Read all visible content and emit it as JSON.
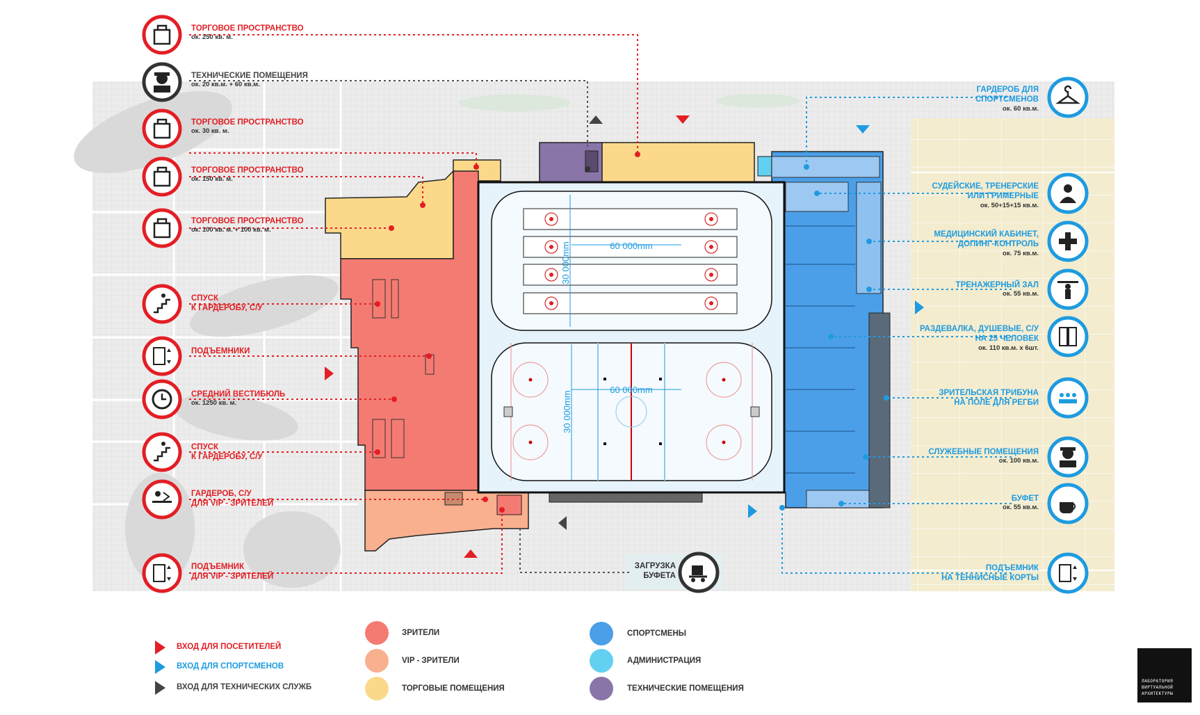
{
  "left_labels": [
    {
      "title": "ТОРГОВОЕ ПРОСТРАНСТВО",
      "sub": "ок. 250 кв. м.",
      "icon": "shopping-bag-icon",
      "color": "#e31e24"
    },
    {
      "title": "ТЕХНИЧЕСКИЕ ПОМЕЩЕНИЯ",
      "sub": "ок. 20 кв.м. + 60 кв.м.",
      "icon": "worker-icon",
      "color": "#444444"
    },
    {
      "title": "ТОРГОВОЕ ПРОСТРАНСТВО",
      "sub": "ок. 30 кв. м.",
      "icon": "shopping-bag-icon",
      "color": "#e31e24"
    },
    {
      "title": "ТОРГОВОЕ ПРОСТРАНСТВО",
      "sub": "ок. 150 кв. м.",
      "icon": "shopping-bag-icon",
      "color": "#e31e24"
    },
    {
      "title": "ТОРГОВОЕ ПРОСТРАНСТВО",
      "sub": "ок. 100 кв. м. + 100 кв. м.",
      "icon": "shopping-bag-icon",
      "color": "#e31e24"
    },
    {
      "title": "СПУСК",
      "title2": "К ГАРДЕРОБУ, С/У",
      "sub": "",
      "icon": "stairs-down-icon",
      "color": "#e31e24"
    },
    {
      "title": "ПОДЪЕМНИКИ",
      "sub": "",
      "icon": "elevator-icon",
      "color": "#e31e24"
    },
    {
      "title": "СРЕДНИЙ ВЕСТИБЮЛЬ",
      "sub": "ок. 1250 кв. м.",
      "icon": "clock-icon",
      "color": "#e31e24"
    },
    {
      "title": "СПУСК",
      "title2": "К ГАРДЕРОБУ, С/У",
      "sub": "",
      "icon": "stairs-down-icon",
      "color": "#e31e24"
    },
    {
      "title": "ГАРДЕРОБ, С/У",
      "title2": "ДЛЯ VIP - ЗРИТЕЛЕЙ",
      "sub": "",
      "icon": "cloakroom-icon",
      "color": "#e31e24"
    },
    {
      "title": "ПОДЪЕМНИК",
      "title2": "ДЛЯ VIP - ЗРИТЕЛЕЙ",
      "sub": "",
      "icon": "elevator-icon",
      "color": "#e31e24"
    }
  ],
  "right_labels": [
    {
      "title": "ГАРДЕРОБ ДЛЯ",
      "title2": "СПОРТСМЕНОВ",
      "sub": "ок. 60 кв.м.",
      "icon": "hanger-icon"
    },
    {
      "title": "СУДЕЙСКИЕ, ТРЕНЕРСКИЕ",
      "title2": "ИЛИ ГРИМЕРНЫЕ",
      "sub": "ок. 50+15+15 кв.м.",
      "icon": "referee-icon"
    },
    {
      "title": "МЕДИЦИНСКИЙ КАБИНЕТ,",
      "title2": "ДОПИНГ-КОНТРОЛЬ",
      "sub": "ок. 75 кв.м.",
      "icon": "medical-cross-icon"
    },
    {
      "title": "ТРЕНАЖЕРНЫЙ ЗАЛ",
      "sub": "ок. 55 кв.м.",
      "icon": "weightlifter-icon"
    },
    {
      "title": "РАЗДЕВАЛКА, ДУШЕВЫЕ, С/У",
      "title2": "НА 25 ЧЕЛОВЕК",
      "sub": "ок. 110 кв.м. x 6шт.",
      "icon": "locker-icon"
    },
    {
      "title": "ЗРИТЕЛЬСКАЯ ТРИБУНА",
      "title2": "НА ПОЛЕ ДЛЯ РЕГБИ",
      "sub": "",
      "icon": "spectators-icon"
    },
    {
      "title": "СЛУЖЕБНЫЕ ПОМЕЩЕНИЯ",
      "sub": "ок. 100 кв.м.",
      "icon": "worker-icon"
    },
    {
      "title": "БУФЕТ",
      "sub": "ок. 55 кв.м.",
      "icon": "coffee-cup-icon"
    },
    {
      "title": "ПОДЪЕМНИК",
      "title2": "НА ТЕННИСНЫЕ КОРТЫ",
      "sub": "",
      "icon": "elevator-icon"
    }
  ],
  "bottom_label": {
    "title": "ЗАГРУЗКА",
    "title2": "БУФЕТА",
    "icon": "cart-icon"
  },
  "rink": {
    "curling_length": "60 000mm",
    "curling_width": "30 000mm",
    "hockey_length": "60 000mm",
    "hockey_width": "30 000mm"
  },
  "legend_entrances": [
    {
      "label": "ВХОД ДЛЯ ПОСЕТИТЕЛЕЙ",
      "color": "#e31e24"
    },
    {
      "label": "ВХОД ДЛЯ СПОРТСМЕНОВ",
      "color": "#1e9be0"
    },
    {
      "label": "ВХОД ДЛЯ ТЕХНИЧЕСКИХ СЛУЖБ",
      "color": "#444444"
    }
  ],
  "legend_zones": [
    {
      "label": "ЗРИТЕЛИ",
      "color": "#f47b72"
    },
    {
      "label": "VIP - ЗРИТЕЛИ",
      "color": "#f8b08f"
    },
    {
      "label": "ТОРГОВЫЕ ПОМЕЩЕНИЯ",
      "color": "#fcd98a"
    },
    {
      "label": "СПОРТСМЕНЫ",
      "color": "#4a9fe8"
    },
    {
      "label": "АДМИНИСТРАЦИЯ",
      "color": "#62d0f0"
    },
    {
      "label": "ТЕХНИЧЕСКИЕ ПОМЕЩЕНИЯ",
      "color": "#8a75a8"
    }
  ],
  "logo_lines": [
    "ЛАБОРАТОРИЯ",
    "ВИРТУАЛЬНОЙ",
    "АРХИТЕКТУРЫ"
  ]
}
